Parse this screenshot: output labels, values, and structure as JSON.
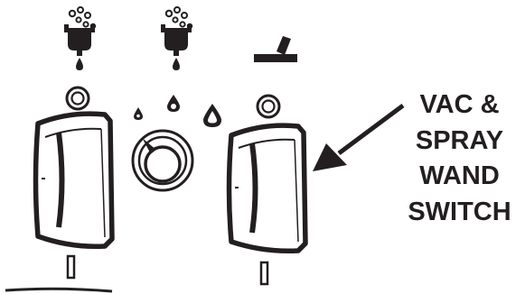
{
  "callout": {
    "lines": [
      "VAC &",
      "SPRAY",
      "WAND",
      "SWITCH"
    ]
  },
  "icons": {
    "left_switch": "dispenser-drip-icon",
    "middle_switch": "dispenser-drip-icon",
    "right_switch": "floor-tool-icon",
    "flow_levels": [
      "small-drop-icon",
      "medium-drop-icon",
      "large-drop-icon"
    ]
  },
  "colors": {
    "ink": "#231f20",
    "background": "#ffffff"
  }
}
